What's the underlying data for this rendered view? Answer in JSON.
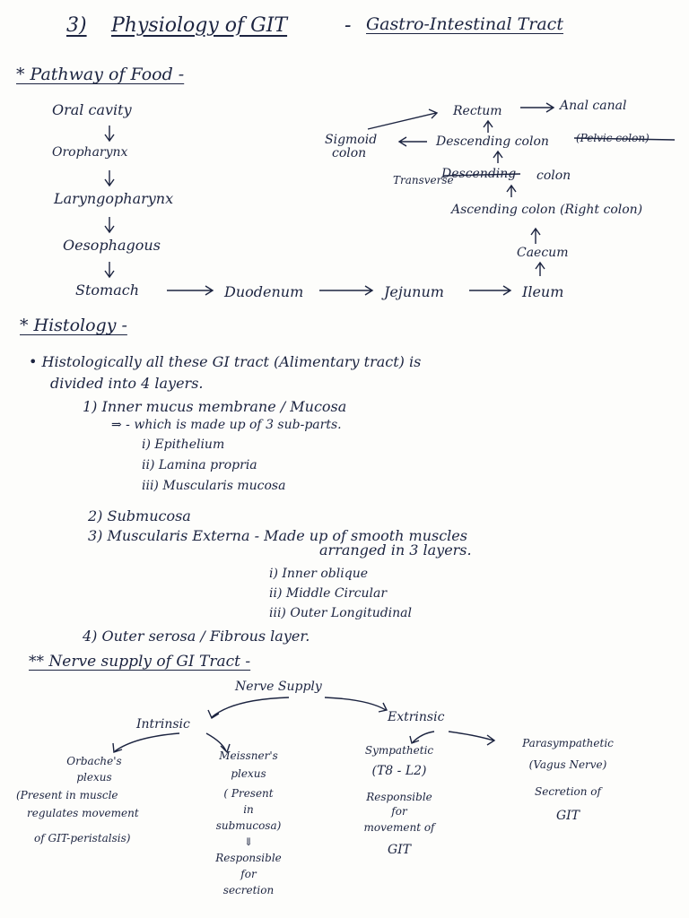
{
  "title": {
    "number": "3)",
    "main": "Physiology of GIT",
    "dash": "-",
    "subtitle": "Gastro-Intestinal Tract"
  },
  "pathway": {
    "heading": "* Pathway of Food -",
    "left_chain": [
      "Oral cavity",
      "Oropharynx",
      "Laryngopharynx",
      "Oesophagous",
      "Stomach"
    ],
    "bottom_row": [
      "Duodenum",
      "Jejunum",
      "Ileum"
    ],
    "right_chain": {
      "caecum": "Caecum",
      "ascending": "Ascending colon (Right colon)",
      "transverse_label": "Transverse",
      "transverse_struck": "Descending",
      "transverse_colon": "colon",
      "descending": "Descending colon",
      "descending_struck": "(Pelvic colon)",
      "sigmoid": [
        "Sigmoid",
        "colon"
      ],
      "rectum": "Rectum",
      "anal": "Anal canal"
    }
  },
  "histology": {
    "heading": "* Histology -",
    "intro": [
      "Histologically all these GI tract (Alimentary tract) is",
      "divided into 4 layers."
    ],
    "layers": {
      "l1": "1) Inner mucus membrane / Mucosa",
      "l1_sub": "⇒ - which is made up of 3 sub-parts.",
      "l1_parts": [
        "i) Epithelium",
        "ii) Lamina propria",
        "iii) Muscularis mucosa"
      ],
      "l2": "2) Submucosa",
      "l3": "3) Muscularis Externa - Made up of smooth muscles",
      "l3_cont": "arranged in 3 layers.",
      "l3_parts": [
        "i) Inner oblique",
        "ii) Middle Circular",
        "iii) Outer Longitudinal"
      ],
      "l4": "4) Outer serosa / Fibrous layer."
    }
  },
  "nerve": {
    "heading": "** Nerve supply of GI Tract -",
    "root": "Nerve Supply",
    "intrinsic": "Intrinsic",
    "extrinsic": "Extrinsic",
    "auerbach": [
      "Orbache's",
      "plexus",
      "(Present in muscle",
      "regulates movement",
      "of GIT-peristalsis)"
    ],
    "meissner": [
      "Meissner's",
      "plexus",
      "( Present",
      "in",
      "submucosa)",
      "⇓",
      "Responsible",
      "for",
      "secretion"
    ],
    "sympathetic": [
      "Sympathetic",
      "(T8 - L2)",
      "Responsible",
      "for",
      "movement of",
      "GIT"
    ],
    "parasympathetic": [
      "Parasympathetic",
      "(Vagus Nerve)",
      "Secretion of",
      "GIT"
    ]
  }
}
